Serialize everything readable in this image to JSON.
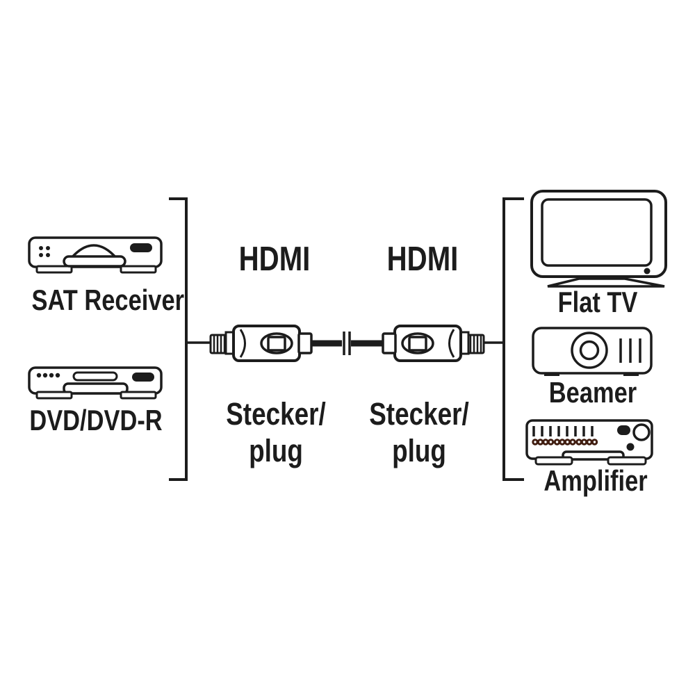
{
  "colors": {
    "line": "#1c1c1c",
    "amplifier_leds": "#401d10",
    "background": "#ffffff"
  },
  "sources": {
    "sat_receiver": {
      "label": "SAT Receiver",
      "icon": "sat-receiver-icon"
    },
    "dvd": {
      "label": "DVD/DVD-R",
      "icon": "dvd-player-icon"
    }
  },
  "cable": {
    "left": {
      "connector_label": "HDMI",
      "plug_line1": "Stecker/",
      "plug_line2": "plug",
      "icon": "hdmi-plug-icon"
    },
    "right": {
      "connector_label": "HDMI",
      "plug_line1": "Stecker/",
      "plug_line2": "plug",
      "icon": "hdmi-plug-icon"
    }
  },
  "sinks": {
    "flat_tv": {
      "label": "Flat TV",
      "icon": "flat-tv-icon"
    },
    "beamer": {
      "label": "Beamer",
      "icon": "beamer-projector-icon"
    },
    "amplifier": {
      "label": "Amplifier",
      "icon": "amplifier-icon"
    }
  }
}
